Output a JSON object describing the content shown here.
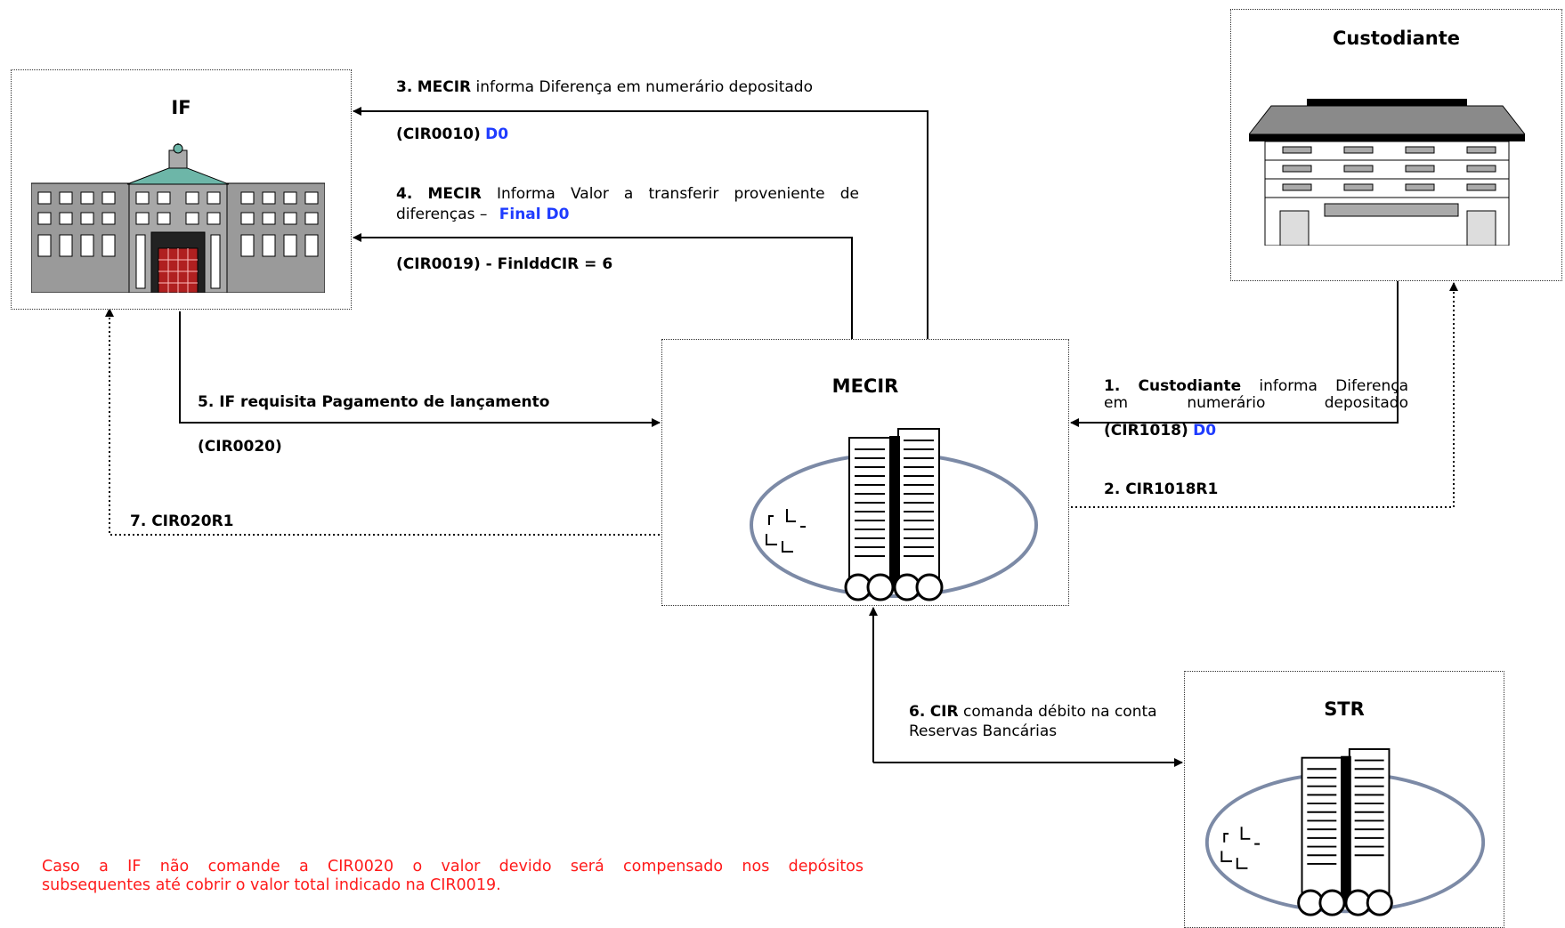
{
  "boxes": {
    "if": "IF",
    "custodiante": "Custodiante",
    "mecir": "MECIR",
    "str": "STR"
  },
  "labels": {
    "l3": {
      "num": "3.",
      "actor": "MECIR",
      "text": "informa Diferença em numerário depositado",
      "code": "(CIR0010)",
      "day": "D0"
    },
    "l4": {
      "num": "4.",
      "actor": "MECIR",
      "text1": "Informa Valor a transferir proveniente de",
      "text2": "diferenças –",
      "final": "Final D0",
      "code": "(CIR0019) - FinlddCIR = 6"
    },
    "l5": {
      "text": "5.  IF requisita Pagamento de lançamento",
      "code": "(CIR0020)"
    },
    "l7": {
      "text": "7. CIR020R1"
    },
    "l1": {
      "num": "1.",
      "actor": "Custodiante",
      "text1": "informa Diferença",
      "text2": "em numerário depositado",
      "code": "(CIR1018)",
      "day": "D0"
    },
    "l2": {
      "text": "2. CIR1018R1"
    },
    "l6": {
      "num": "6.",
      "actor": "CIR",
      "text1": "comanda débito na conta",
      "text2": "Reservas Bancárias"
    }
  },
  "note": {
    "line1": "Caso a IF não comande a CIR0020 o valor devido será compensado nos depósitos",
    "line2": "subsequentes até cobrir o valor total indicado na CIR0019."
  },
  "colors": {
    "accent_blue": "#1f3cff",
    "note_red": "#ff1a1a"
  }
}
